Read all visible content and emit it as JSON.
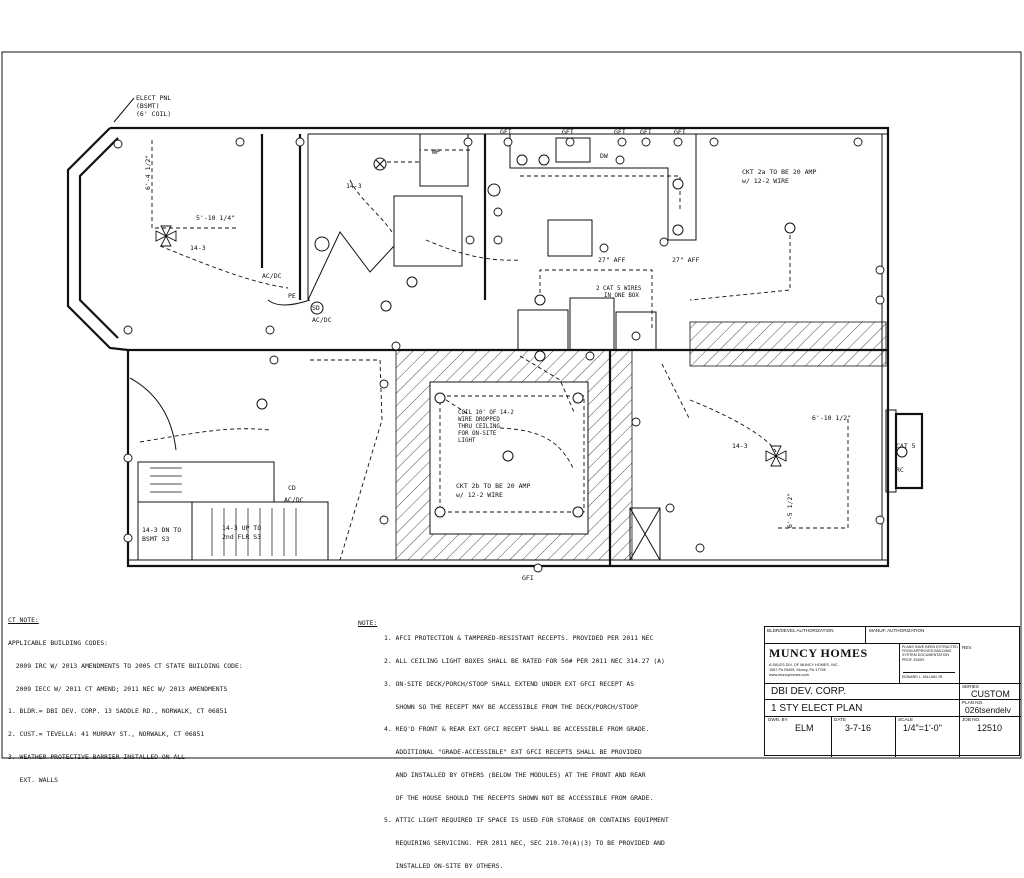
{
  "panel_label": [
    "ELECT PNL",
    "(BSMT)",
    "(6' COIL)"
  ],
  "circuit_notes": {
    "ckt_2a": [
      "CKT 2a TO BE 20 AMP",
      "w/ 12-2 WIRE"
    ],
    "ckt_2b": [
      "CKT 2b TO BE 20 AMP",
      "w/ 12-2 WIRE"
    ],
    "coil": [
      "COIL 10' OF 14-2",
      "WIRE DROPPED",
      "THRU CEILING",
      "FOR ON-SITE",
      "LIGHT"
    ],
    "cat5": [
      "2 CAT 5 WIRES",
      "IN ONE BOX"
    ]
  },
  "dimensions": [
    "6'-4 1/2\"",
    "5'-10 1/4\"",
    "6'-10 1/2\"",
    "6'-5 1/2\""
  ],
  "stair_labels": [
    "14-3 DN TO",
    "BSMT S3",
    "14-3 UP TO",
    "2nd FLR S3"
  ],
  "device_labels": [
    "GFI",
    "WP",
    "DW",
    "PE",
    "CD",
    "SD",
    "AC/DC",
    "27\" AFF",
    "CAT 5",
    "RC",
    "14-3"
  ],
  "ct_note": {
    "title": "CT NOTE:",
    "lines": [
      "APPLICABLE BUILDING CODES:",
      "  2009 IRC W/ 2013 AMENDMENTS TO 2005 CT STATE BUILDING CODE:",
      "  2009 IECC W/ 2011 CT AMEND; 2011 NEC W/ 2013 AMENDMENTS",
      "1. BLDR.= DBI DEV. CORP. 13 SADDLE RD., NORWALK, CT 06851",
      "2. CUST.= TEVELLA: 41 MURRAY ST., NORWALK, CT 06851",
      "3. WEATHER PROTECTIVE BARRIER INSTALLED ON ALL",
      "   EXT. WALLS"
    ]
  },
  "general_notes": {
    "title": "NOTE:",
    "lines": [
      "1. AFCI PROTECTION & TAMPERED-RESISTANT RECEPTS. PROVIDED PER 2011 NEC",
      "2. ALL CEILING LIGHT BOXES SHALL BE RATED FOR 50# PER 2011 NEC 314.27 (A)",
      "3. ON-SITE DECK/PORCH/STOOP SHALL EXTEND UNDER EXT GFCI RECEPT AS",
      "   SHOWN SO THE RECEPT MAY BE ACCESSIBLE FROM THE DECK/PORCH/STOOP",
      "4. REQ'D FRONT & REAR EXT GFCI RECEPT SHALL BE ACCESSIBLE FROM GRADE.",
      "   ADDITIONAL \"GRADE-ACCESSIBLE\" EXT GFCI RECEPTS SHALL BE PROVIDED",
      "   AND INSTALLED BY OTHERS (BELOW THE MODULES) AT THE FRONT AND REAR",
      "   OF THE HOUSE SHOULD THE RECEPTS SHOWN NOT BE ACCESSIBLE FROM GRADE.",
      "5. ATTIC LIGHT REQUIRED IF SPACE IS USED FOR STORAGE OR CONTAINS EQUIPMENT",
      "   REQUIRING SERVICING. PER 2011 NEC, SEC 210.70(A)(3) TO BE PROVIDED AND",
      "   INSTALLED ON-SITE BY OTHERS."
    ]
  },
  "title_block": {
    "bldr_label": "BLDR/DEVEL AUTHORIZATION",
    "mfr_label": "MANUF. AUTHORIZATION",
    "rev_label": "REV.",
    "company": "MUNCY HOMES",
    "company_sub": "A SALES DIV. OF MUNCY HOMES, INC.",
    "company_addr": "1567 Pa Rt405, Muncy, Pa 17756",
    "company_web": "www.muncyhomes.com",
    "stamp_lines": [
      "PLANS HAVE BEEN EXTRACTED",
      "FROM APPROVED BUILDING",
      "SYSTEM DOCUMENTATION"
    ],
    "prof_eng_label": "PROF. ENGR.",
    "engineer_name": "EDWARD L. MILLIAN JR.",
    "client": "DBI DEV. CORP.",
    "sheet_title": "1 STY ELECT PLAN",
    "series_label": "SERIES",
    "series": "CUSTOM",
    "plan_no_label": "PLAN NO.",
    "plan_no": "026tsendelv",
    "dwn_by_label": "DWN. BY",
    "dwn_by": "ELM",
    "date_label": "DATE",
    "date": "3-7-16",
    "scale_label": "SCALE",
    "scale": "1/4\"=1'-0\"",
    "job_no_label": "JOB NO.",
    "job_no": "12510"
  }
}
